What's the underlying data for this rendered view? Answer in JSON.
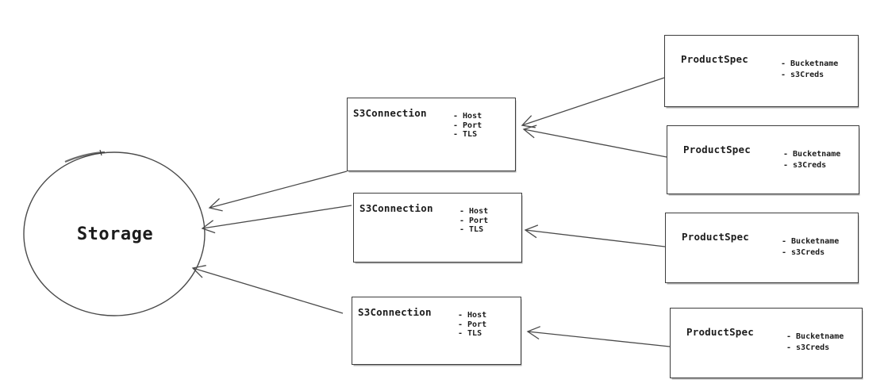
{
  "canvas": {
    "background": "#ffffff",
    "stroke_color": "#3d3d3d",
    "text_color": "#1c1c1c"
  },
  "storage_node": {
    "label": "Storage"
  },
  "s3_connection_nodes": [
    {
      "title": "S3Connection",
      "attributes": [
        "- Host",
        "- Port",
        "- TLS"
      ]
    },
    {
      "title": "S3Connection",
      "attributes": [
        "- Host",
        "- Port",
        "- TLS"
      ]
    },
    {
      "title": "S3Connection",
      "attributes": [
        "- Host",
        "- Port",
        "- TLS"
      ]
    }
  ],
  "product_spec_nodes": [
    {
      "title": "ProductSpec",
      "attributes": [
        "- Bucketname",
        "- s3Creds"
      ]
    },
    {
      "title": "ProductSpec",
      "attributes": [
        "- Bucketname",
        "- s3Creds"
      ]
    },
    {
      "title": "ProductSpec",
      "attributes": [
        "- Bucketname",
        "- s3Creds"
      ]
    },
    {
      "title": "ProductSpec",
      "attributes": [
        "- Bucketname",
        "- s3Creds"
      ]
    }
  ]
}
